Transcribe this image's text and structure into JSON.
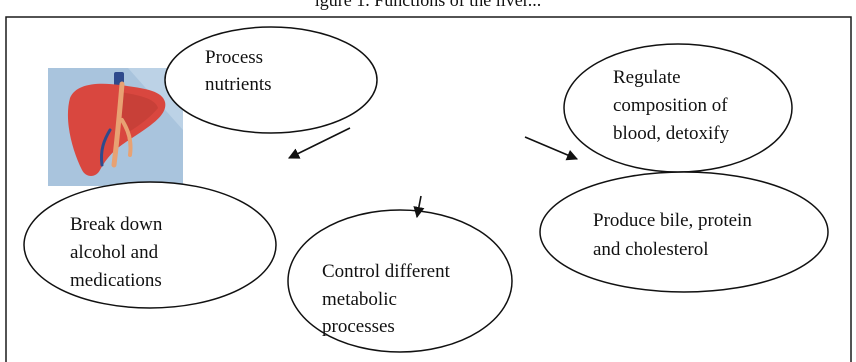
{
  "diagram": {
    "caption_fragment": "igure 1. Functions of the liver...",
    "hub_icon": "liver-icon",
    "nodes": [
      {
        "id": "process-nutrients",
        "lines": [
          "Process",
          "nutrients"
        ]
      },
      {
        "id": "regulate-blood",
        "lines": [
          "Regulate",
          "composition of",
          "blood, detoxify"
        ]
      },
      {
        "id": "break-down-alcohol",
        "lines": [
          "Break down",
          "alcohol and",
          "medications"
        ]
      },
      {
        "id": "control-metabolic",
        "lines": [
          "Control different",
          "metabolic",
          "processes"
        ]
      },
      {
        "id": "produce-bile",
        "lines": [
          "Produce bile, protein",
          "and cholesterol"
        ]
      }
    ],
    "colors": {
      "frame": "#1a1a1a",
      "ellipse_stroke": "#111111",
      "text": "#111111",
      "icon_bg": "#a9c4dd",
      "liver": "#d9473f",
      "liver_dark": "#b93a33",
      "vessel_orange": "#e8a273",
      "vessel_blue": "#2f4a8c"
    }
  }
}
